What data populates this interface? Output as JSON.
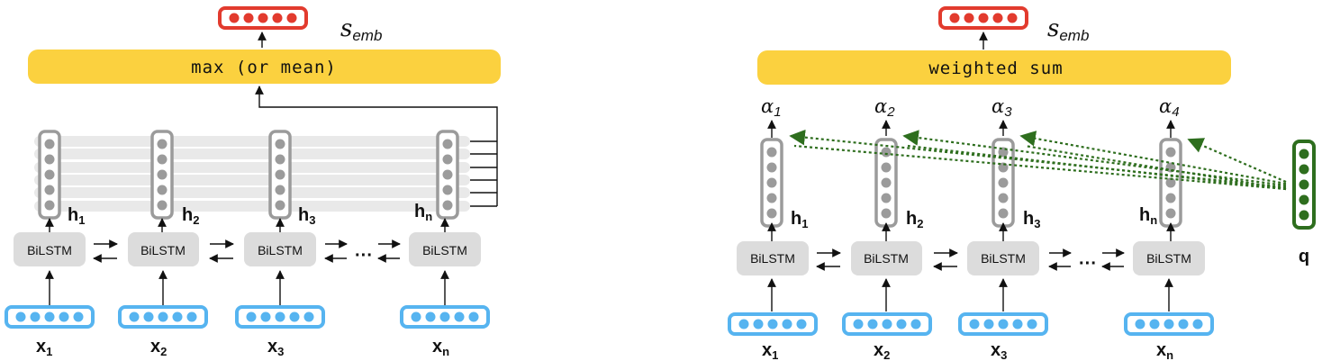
{
  "colors": {
    "input_vector": "#56b4f0",
    "hidden_vector": "#9b9b9b",
    "output_vector": "#e23b2e",
    "query_vector": "#2e6e1e",
    "pool_bar": "#fbd13f",
    "lstm_box": "#dcdcdc",
    "attention_line": "#2e6e1e"
  },
  "left": {
    "pool_label": "max (or mean)",
    "output_main": "s",
    "output_sub": "emb",
    "lstm_label": "BiLSTM",
    "ellipsis": "···",
    "inputs": [
      {
        "main": "x",
        "sub": "1"
      },
      {
        "main": "x",
        "sub": "2"
      },
      {
        "main": "x",
        "sub": "3"
      },
      {
        "main": "x",
        "sub": "n"
      }
    ],
    "hidden": [
      {
        "main": "h",
        "sub": "1"
      },
      {
        "main": "h",
        "sub": "2"
      },
      {
        "main": "h",
        "sub": "3"
      },
      {
        "main": "h",
        "sub": "n"
      }
    ]
  },
  "right": {
    "pool_label": "weighted sum",
    "output_main": "s",
    "output_sub": "emb",
    "lstm_label": "BiLSTM",
    "ellipsis": "···",
    "query_label": "q",
    "alphas": [
      {
        "main": "α",
        "sub": "1"
      },
      {
        "main": "α",
        "sub": "2"
      },
      {
        "main": "α",
        "sub": "3"
      },
      {
        "main": "α",
        "sub": "4"
      }
    ],
    "inputs": [
      {
        "main": "x",
        "sub": "1"
      },
      {
        "main": "x",
        "sub": "2"
      },
      {
        "main": "x",
        "sub": "3"
      },
      {
        "main": "x",
        "sub": "n"
      }
    ],
    "hidden": [
      {
        "main": "h",
        "sub": "1"
      },
      {
        "main": "h",
        "sub": "2"
      },
      {
        "main": "h",
        "sub": "3"
      },
      {
        "main": "h",
        "sub": "n"
      }
    ]
  }
}
